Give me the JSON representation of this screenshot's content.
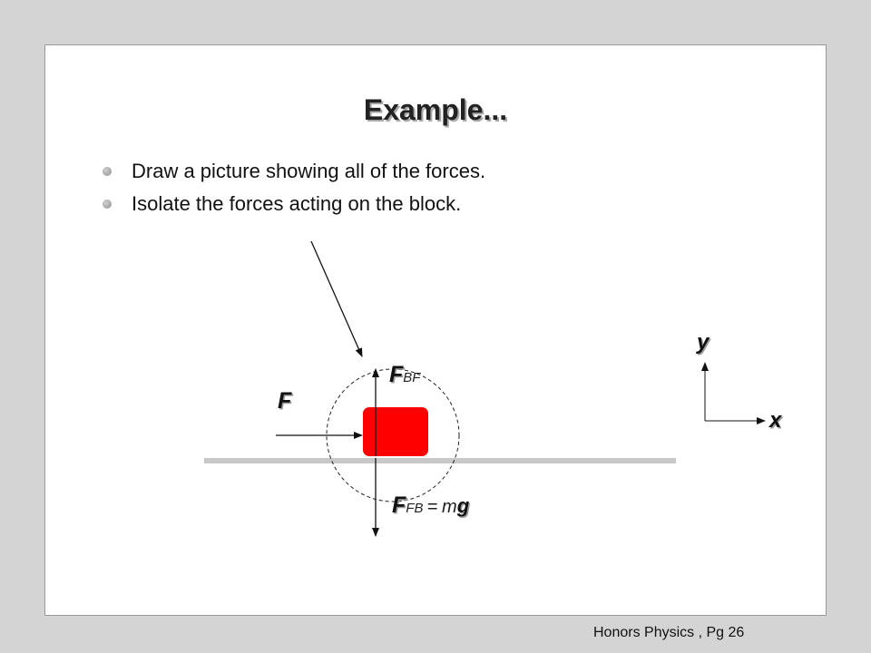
{
  "title": "Example...",
  "bullets": [
    "Draw a picture showing all of the forces.",
    "Isolate the forces acting on the block."
  ],
  "diagram": {
    "applied_force": "F",
    "normal_force": {
      "symbol": "F",
      "subscript": "BF"
    },
    "weight_force": {
      "symbol": "F",
      "subscript": "FB",
      "equals": "=",
      "m": "m",
      "g": "g"
    },
    "axis_y": "y",
    "axis_x": "x",
    "block_color": "#ff0000",
    "floor_color": "#c8c8c8"
  },
  "footer": "Honors Physics , Pg 26"
}
